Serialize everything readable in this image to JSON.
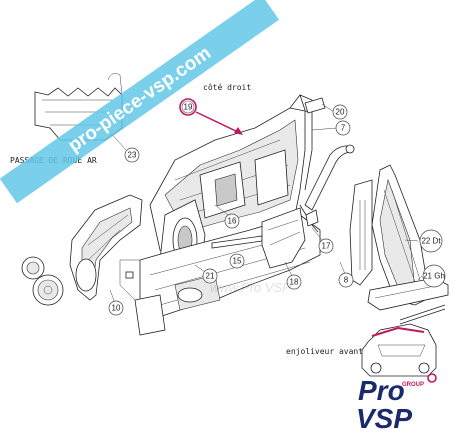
{
  "labels": {
    "cote_droit": "côté droit",
    "passage_roue": "PASSAGE DE ROUE AR",
    "enjoliveur": "enjoliveur avant"
  },
  "callouts": {
    "c19": "19",
    "c20": "20",
    "c7": "7",
    "c23": "23",
    "c16": "16",
    "c17": "17",
    "c15": "15",
    "c21a": "21",
    "c18": "18",
    "c8": "8",
    "c10": "10",
    "c22": "22 Dt",
    "c21b": "21 Gh"
  },
  "watermark": {
    "banner_text": "pro-piece-vsp.com",
    "faint_text": "www.Pro VSP"
  },
  "logo": {
    "line1": "Pro",
    "line2": "VSP",
    "tag": "GROUP"
  },
  "colors": {
    "banner": "#63c8e8",
    "accent": "#c2185b",
    "logo_blue": "#1a2a6c"
  }
}
